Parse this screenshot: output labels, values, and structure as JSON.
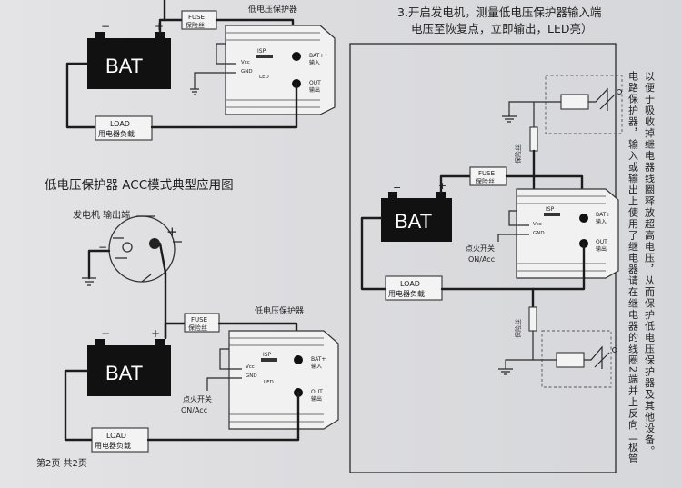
{
  "note": {
    "line1": "3.开启发电机，测量低电压保护器输入端",
    "line2": "电压至恢复点，立即输出，LED亮）"
  },
  "side_note": "以便于吸收掉继电器线圈释放超高电压，从而保护低电压保护器及其他设备。",
  "side_note_top": "以便于吸收掉继电器线圈释放超高电压",
  "side_note_col2": "电路保护器，输入或输出上使用了继电器请在继电器的线圈2端并上反向二极管",
  "acc_title": "低电压保护器 ACC模式典型应用图",
  "labels": {
    "protector": "低电压保护器",
    "fuse": "FUSE",
    "fuse_cn": "保险丝",
    "bat": "BAT",
    "load": "LOAD",
    "load_cn": "用电器负载",
    "isp": "ISP",
    "bat_plus": "BAT+",
    "bat_plus_cn": "输入",
    "out": "OUT",
    "out_cn": "输出",
    "vcc": "Vcc",
    "gnd": "GND",
    "led": "LED",
    "generator": "发电机 输出端",
    "ignition": "点火开关",
    "on_acc": "ON/Acc",
    "relay_fuse_cn": "保险丝",
    "minus": "−",
    "plus": "+"
  },
  "footer": "第2页 共2页"
}
